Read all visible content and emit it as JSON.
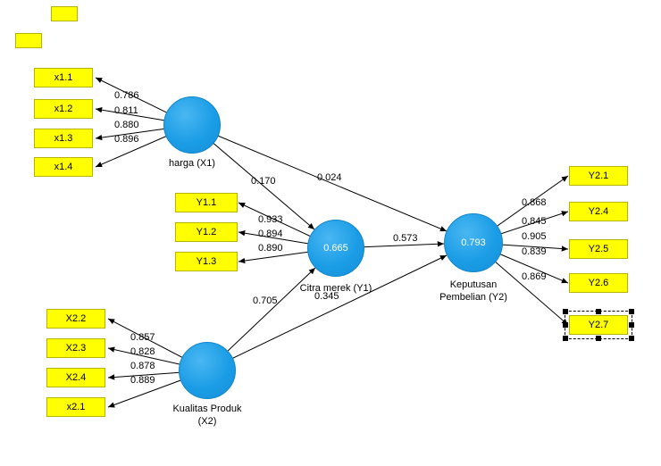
{
  "latents": {
    "harga": {
      "label": "harga (X1)"
    },
    "citra": {
      "label": "Citra merek (Y1)",
      "value": "0.665"
    },
    "kualitas": {
      "label1": "Kualitas Produk",
      "label2": "(X2)"
    },
    "keputusan": {
      "label1": "Keputusan",
      "label2": "Pembelian (Y2)",
      "value": "0.793"
    }
  },
  "indicators": {
    "x1": [
      {
        "label": "x1.1",
        "loading": "0.786"
      },
      {
        "label": "x1.2",
        "loading": "0.811"
      },
      {
        "label": "x1.3",
        "loading": "0.880"
      },
      {
        "label": "x1.4",
        "loading": "0.896"
      }
    ],
    "y1": [
      {
        "label": "Y1.1",
        "loading": "0.933"
      },
      {
        "label": "Y1.2",
        "loading": "0.894"
      },
      {
        "label": "Y1.3",
        "loading": "0.890"
      }
    ],
    "x2": [
      {
        "label": "X2.2",
        "loading": "0.857"
      },
      {
        "label": "X2.3",
        "loading": "0.828"
      },
      {
        "label": "X2.4",
        "loading": "0.878"
      },
      {
        "label": "x2.1",
        "loading": "0.889"
      }
    ],
    "y2": [
      {
        "label": "Y2.1",
        "loading": "0.868"
      },
      {
        "label": "Y2.4",
        "loading": "0.845"
      },
      {
        "label": "Y2.5",
        "loading": "0.905"
      },
      {
        "label": "Y2.6",
        "loading": "0.839"
      },
      {
        "label": "Y2.7",
        "loading": "0.869"
      }
    ]
  },
  "paths": {
    "harga_citra": "0.170",
    "harga_keputusan": "0.024",
    "citra_keputusan": "0.573",
    "kualitas_citra": "0.705",
    "kualitas_keputusan": "0.345"
  },
  "colors": {
    "indicator_fill": "#ffff00",
    "latent_fill": "#1b9de6",
    "arrow": "#000000"
  }
}
